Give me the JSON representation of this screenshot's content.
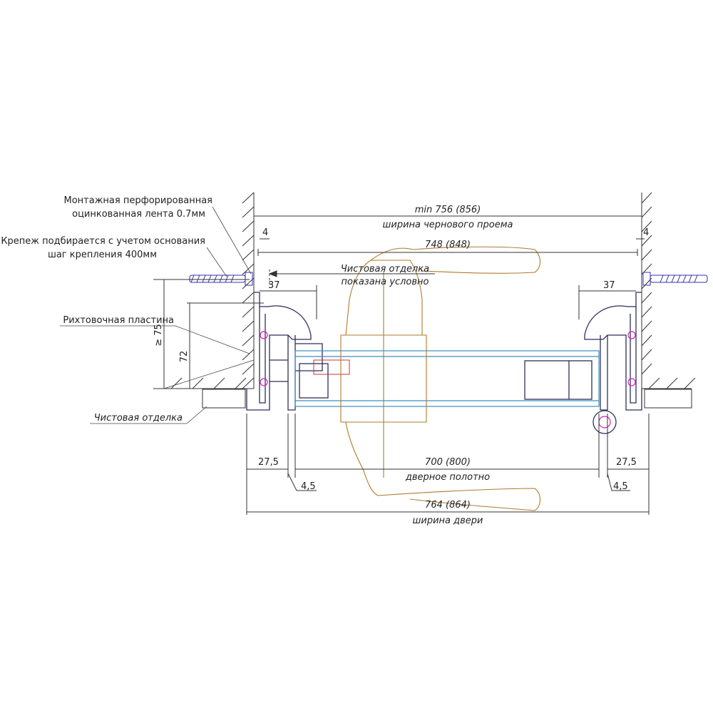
{
  "labels": {
    "mounting_tape_line1": "Монтажная перфорированная",
    "mounting_tape_line2": "оцинкованная лента 0.7мм",
    "fastening_line1": "Крепеж подбирается с учетом основания",
    "fastening_line2": "шаг крепления 400мм",
    "leveling_plate": "Рихтовочная пластина",
    "finish_left": "Чистовая отделка",
    "finish_center_line1": "Чистовая отделка",
    "finish_center_line2": "показана условно"
  },
  "dimensions": {
    "rough_opening_value": "min 756 (856)",
    "rough_opening_caption": "ширина чернового проема",
    "inner_width": "748 (848)",
    "gap_left": "4",
    "gap_right": "4",
    "frame_depth_left": "37",
    "frame_depth_right": "37",
    "wall_min": "≥ 75",
    "height_72": "72",
    "leaf_value": "700 (800)",
    "leaf_caption": "дверное полотно",
    "side_left": "27,5",
    "side_right": "27,5",
    "small_left": "4,5",
    "small_right": "4,5",
    "door_value": "764 (864)",
    "door_caption": "ширина двери"
  },
  "colors": {
    "line": "#333333",
    "profile": "#2e2e5c",
    "glass": "#3a8fc0",
    "handle": "#b07a2e",
    "screw": "#3030b0",
    "marker": "#d020c0"
  }
}
